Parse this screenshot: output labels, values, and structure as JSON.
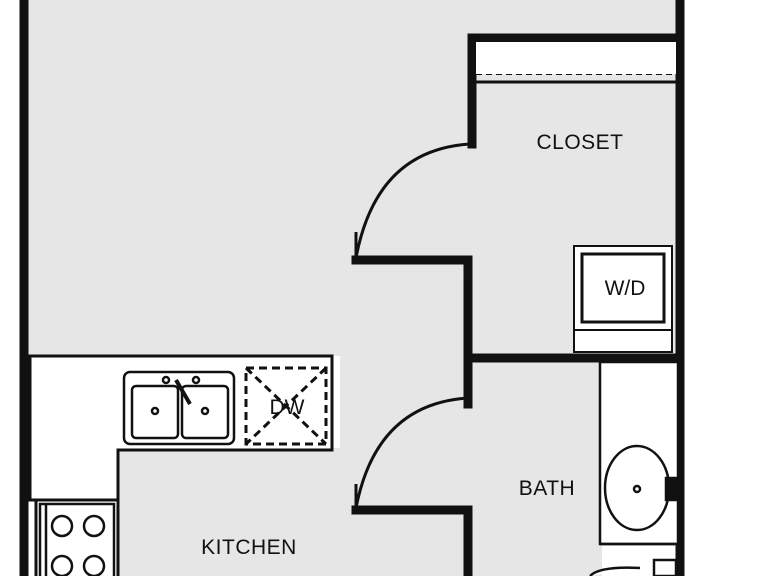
{
  "rooms": {
    "closet": "CLOSET",
    "bath": "BATH",
    "kitchen": "KITCHEN"
  },
  "appliances": {
    "washer_dryer": "W/D",
    "dishwasher": "DW"
  },
  "colors": {
    "floor": "#e6e6e6",
    "wall": "#111111",
    "fixture_fill": "#ffffff",
    "background": "#ffffff"
  }
}
